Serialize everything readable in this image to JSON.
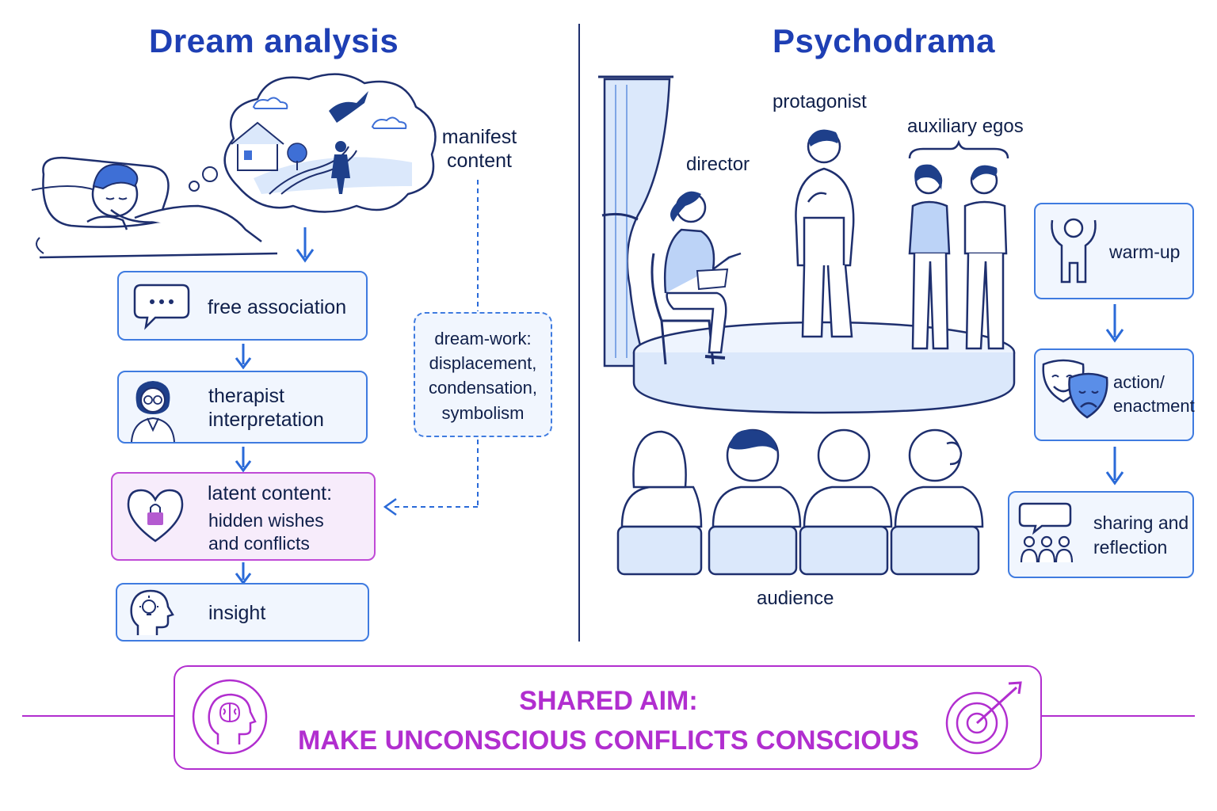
{
  "left": {
    "title": "Dream analysis",
    "manifest_label": "manifest content",
    "manifest_line1": "manifest",
    "manifest_line2": "content",
    "steps": [
      {
        "label": "free association",
        "icon": "speech-bubble-icon"
      },
      {
        "label_line1": "therapist",
        "label_line2": "interpretation",
        "icon": "therapist-icon"
      },
      {
        "label_line1": "latent content:",
        "label_line2": "hidden wishes",
        "label_line3": "and conflicts",
        "icon": "heart-lock-icon"
      },
      {
        "label": "insight",
        "icon": "head-lightbulb-icon"
      }
    ],
    "dreamwork": {
      "line1": "dream-work:",
      "line2": "displacement,",
      "line3": "condensation,",
      "line4": "symbolism"
    }
  },
  "right": {
    "title": "Psychodrama",
    "roles": {
      "protagonist": "protagonist",
      "auxiliary": "auxiliary egos",
      "director": "director",
      "audience": "audience"
    },
    "steps": [
      {
        "label": "warm-up",
        "icon": "person-arms-up-icon"
      },
      {
        "label_line1": "action/",
        "label_line2": "enactment",
        "icon": "theater-masks-icon"
      },
      {
        "label_line1": "sharing and",
        "label_line2": "reflection",
        "icon": "group-discussion-icon"
      }
    ]
  },
  "shared_aim": {
    "line1": "SHARED AIM:",
    "line2": "MAKE UNCONSCIOUS CONFLICTS CONSCIOUS",
    "left_icon": "brain-head-icon",
    "right_icon": "target-arrow-icon"
  },
  "colors": {
    "title_blue": "#1e3fb4",
    "box_border": "#3f7be0",
    "box_fill": "#f1f6fe",
    "purple": "#b12ecf",
    "purple_fill": "#f7ecfb",
    "ink": "#0f1f4a"
  }
}
